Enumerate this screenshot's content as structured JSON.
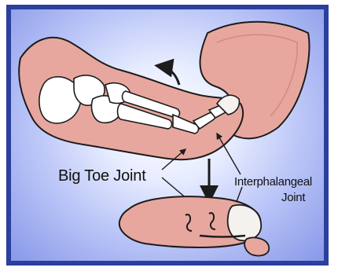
{
  "labels": {
    "big_toe_joint": "Big Toe Joint",
    "interphalangeal_line1": "Interphalangeal",
    "interphalangeal_line2": "Joint"
  },
  "colors": {
    "frame_border": "#2b3f9e",
    "background_center": "#ffffff",
    "background_edge": "#8898e8",
    "skin": "#e8a79e",
    "skin_outline": "#1c1c1c",
    "bone": "#ffffff",
    "nail": "#f4f1ef"
  },
  "icons": [
    "curved-arrow-up-left",
    "arrow-down",
    "foot-side-view",
    "toe-top-view"
  ]
}
